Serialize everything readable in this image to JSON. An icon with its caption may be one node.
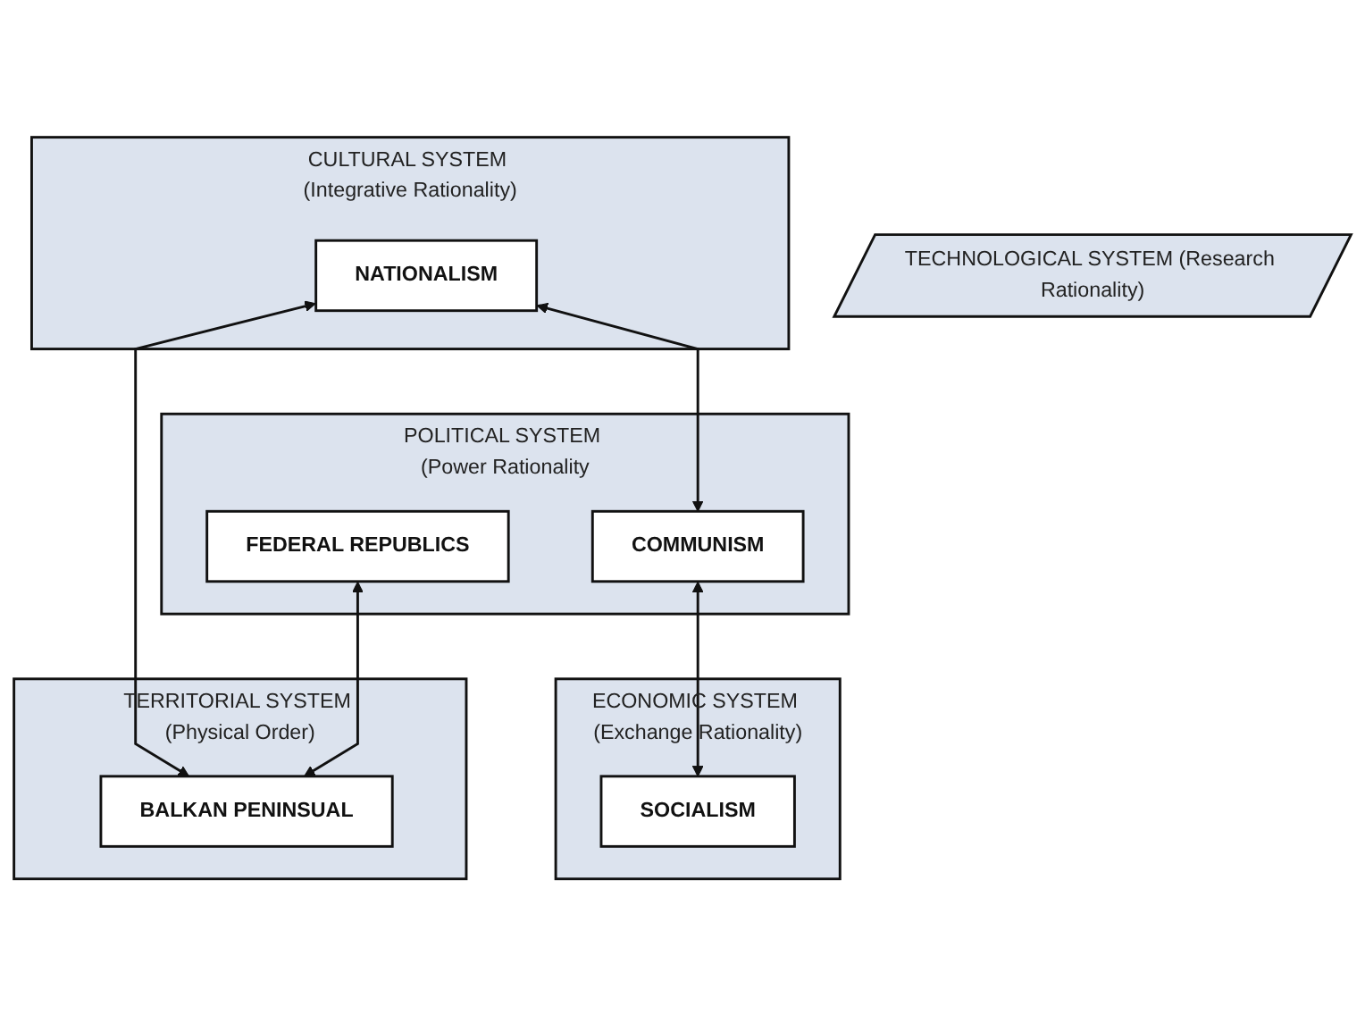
{
  "diagram": {
    "nodes": [
      {
        "text": [
          "CULTURAL SYSTEM (Integrative Rationality)"
        ]
      },
      {
        "text": [
          "NATIONALISM"
        ],
        "in": 0
      },
      {
        "text": [
          "POLITICAL SYSTEM (Power Rationality"
        ]
      },
      {
        "text": [
          "COMMUNISM"
        ],
        "in": 2
      },
      {
        "text": [
          "FEDERAL REPUBLICS"
        ],
        "in": 2
      },
      {
        "text": [
          "ECONOMIC SYSTEM (Exchange Rationality)"
        ]
      },
      {
        "text": [
          "SOCIALISM"
        ],
        "in": 5
      },
      {
        "text": [
          "TECHNOLOGICAL SYSTEM (Research Rationality)"
        ]
      },
      {
        "text": [
          "TERRITORIAL SYSTEM (Physical Order)"
        ]
      },
      {
        "text": [
          "BALKAN PENINSUAL"
        ],
        "in": 8
      }
    ],
    "edges": [
      {
        "from": 1,
        "to": 3,
        "arrow": "both"
      },
      {
        "from": 3,
        "to": 6,
        "arrow": "both"
      },
      {
        "from": 1,
        "to": 9,
        "arrow": "both"
      },
      {
        "from": 4,
        "to": 9,
        "arrow": "both"
      }
    ]
  }
}
